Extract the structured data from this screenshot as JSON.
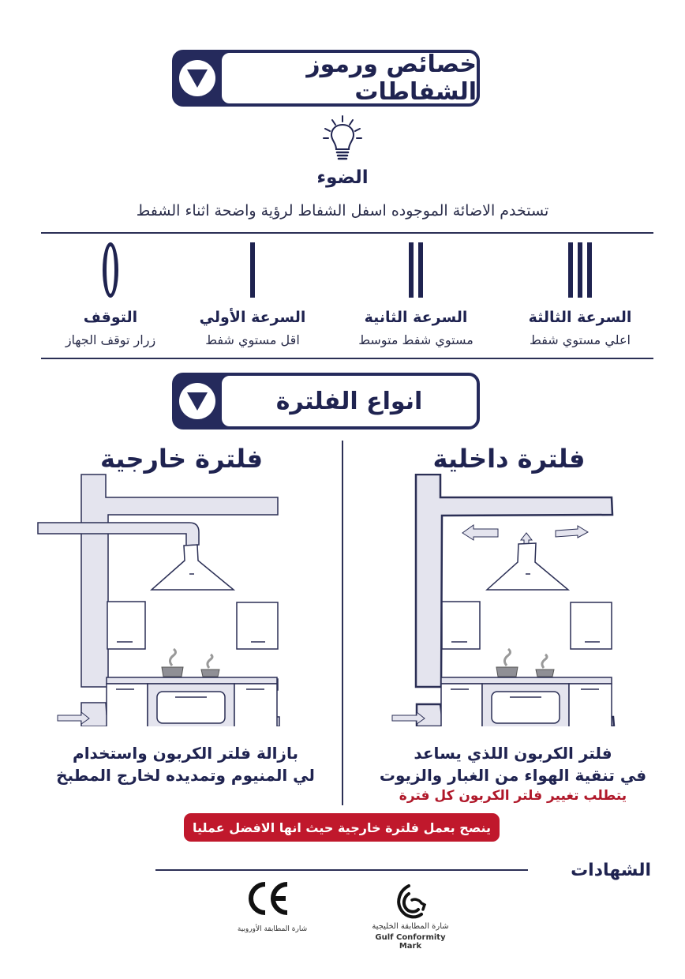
{
  "section_features": {
    "title": "خصائص ورموز الشفاطات",
    "icon": "triangle-down-icon"
  },
  "light": {
    "icon": "lightbulb-icon",
    "title": "الضوء",
    "description": "تستخدم الاضائة الموجوده اسفل الشفاط لرؤية واضحة اثناء الشفط"
  },
  "speeds": [
    {
      "symbol": "III",
      "title": "السرعة الثالثة",
      "description": "اعلي مستوي شفط"
    },
    {
      "symbol": "II",
      "title": "السرعة الثانية",
      "description": "مستوي شفط متوسط"
    },
    {
      "symbol": "I",
      "title": "السرعة الأولي",
      "description": "اقل مستوي شفط"
    },
    {
      "symbol": "0",
      "title": "التوقف",
      "description": "زرار توقف الجهاز"
    }
  ],
  "section_filters": {
    "title": "انواع الفلترة",
    "icon": "triangle-down-icon"
  },
  "filters": {
    "internal": {
      "title": "فلترة داخلية",
      "description_line1": "فلتر  الكربون اللذي يساعد",
      "description_line2": "في تنقية الهواء من الغبار والزيوت",
      "note": "يتطلب تغيير فلتر الكربون كل فترة"
    },
    "external": {
      "title": "فلترة خارجية",
      "description_line1": "بازالة فلتر الكربون واستخدام",
      "description_line2": "لي المنيوم وتمديده لخارج المطبخ"
    }
  },
  "recommendation": "ينصح بعمل فلترة خارجية حيث انها الافضل عمليا",
  "certificates": {
    "title": "الشهادات",
    "items": [
      {
        "icon": "gulf-conformity-mark-icon",
        "label_ar": "شارة المطابقة الخليجية",
        "label_en": "Gulf Conformity Mark"
      },
      {
        "icon": "ce-mark-icon",
        "label_ar": "شارة المطابقة الأوروبية"
      }
    ]
  },
  "colors": {
    "navy": "#252a5c",
    "text": "#1f2350",
    "red": "#c0182c",
    "duct_fill": "#e4e4ee"
  }
}
